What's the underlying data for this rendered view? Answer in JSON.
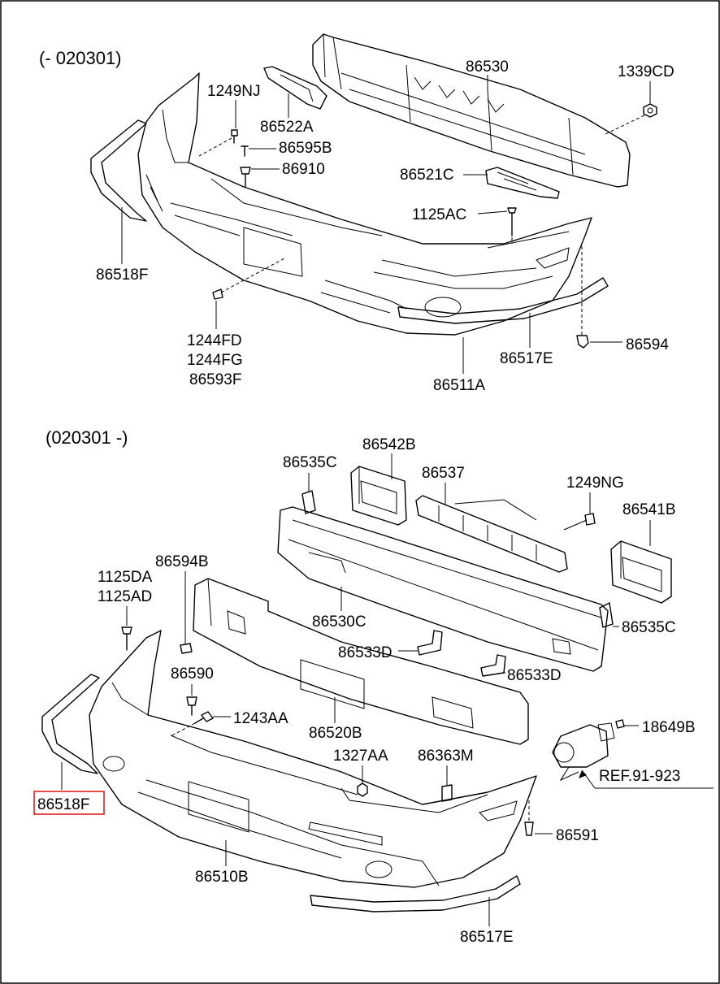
{
  "sections": {
    "upper": "(- 020301)",
    "lower": "(020301 -)"
  },
  "upper_labels": {
    "p86530": "86530",
    "p1339CD": "1339CD",
    "p1249NJ": "1249NJ",
    "p86522A": "86522A",
    "p86595B": "86595B",
    "p86910": "86910",
    "p86521C": "86521C",
    "p1125AC": "1125AC",
    "p86518F": "86518F",
    "p1244FD": "1244FD",
    "p1244FG": "1244FG",
    "p86593F": "86593F",
    "p86594": "86594",
    "p86517E": "86517E",
    "p86511A": "86511A"
  },
  "lower_labels": {
    "p86542B": "86542B",
    "p86535C_top": "86535C",
    "p86537": "86537",
    "p1249NG": "1249NG",
    "p86541B": "86541B",
    "p86594B": "86594B",
    "p1125DA": "1125DA",
    "p1125AD": "1125AD",
    "p86530C": "86530C",
    "p86535C_right": "86535C",
    "p86533D_left": "86533D",
    "p86533D_right": "86533D",
    "p86590": "86590",
    "p1243AA": "1243AA",
    "p86520B": "86520B",
    "p18649B": "18649B",
    "p1327AA": "1327AA",
    "p86363M": "86363M",
    "p86518F": "86518F",
    "ref": "REF.91-923",
    "p86591": "86591",
    "p86510B": "86510B",
    "p86517E": "86517E"
  },
  "colors": {
    "highlight": "#e0201c",
    "line": "#000000",
    "background": "#ffffff"
  }
}
